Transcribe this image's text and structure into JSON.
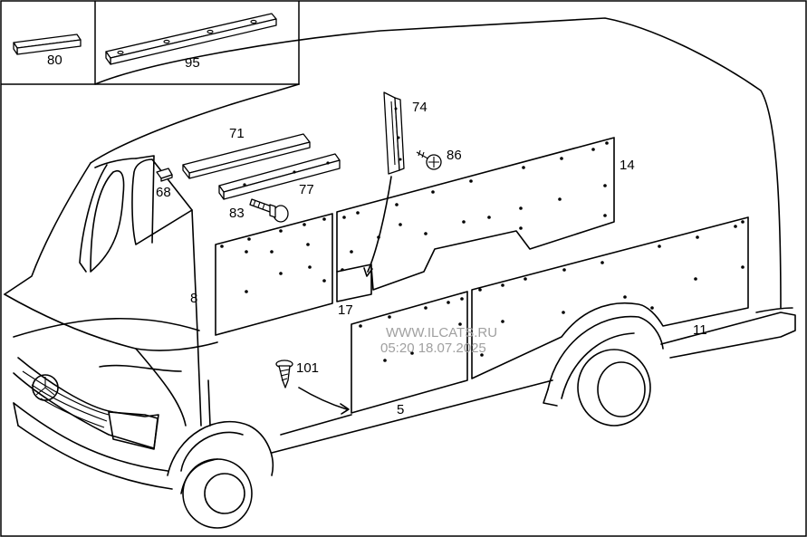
{
  "parts": [
    {
      "id": "p80",
      "label": "80"
    },
    {
      "id": "p95",
      "label": "95"
    },
    {
      "id": "p74",
      "label": "74"
    },
    {
      "id": "p86",
      "label": "86"
    },
    {
      "id": "p71",
      "label": "71"
    },
    {
      "id": "p14",
      "label": "14"
    },
    {
      "id": "p68",
      "label": "68"
    },
    {
      "id": "p77",
      "label": "77"
    },
    {
      "id": "p83",
      "label": "83"
    },
    {
      "id": "p8",
      "label": "8"
    },
    {
      "id": "p17",
      "label": "17"
    },
    {
      "id": "p11",
      "label": "11"
    },
    {
      "id": "p101",
      "label": "101"
    },
    {
      "id": "p5",
      "label": "5"
    }
  ],
  "watermark": {
    "line1": "WWW.ILCATS.RU",
    "line2": "05:20 18.07.2025"
  },
  "colors": {
    "line": "#000000",
    "background": "#ffffff",
    "watermark": "#a0a0a0"
  }
}
